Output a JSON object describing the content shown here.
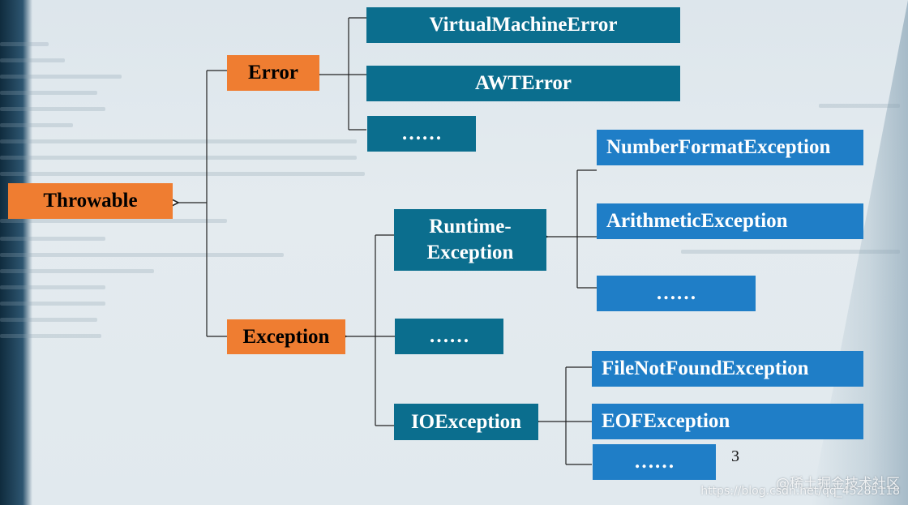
{
  "diagram": {
    "throwable": "Throwable",
    "error": "Error",
    "exception": "Exception",
    "error_children": [
      "VirtualMachineError",
      "AWTError",
      "……"
    ],
    "exception_children": {
      "runtime": "Runtime-\nException",
      "ellipsis": "……",
      "io": "IOException"
    },
    "runtime_children": [
      "NumberFormatException",
      "ArithmeticException",
      "……"
    ],
    "io_children": [
      "FileNotFoundException",
      "EOFException",
      "……"
    ]
  },
  "page_number": "3",
  "watermark": {
    "line1": "@稀土掘金技术社区",
    "line2": "https://blog.csdn.net/qq_45285118"
  },
  "colors": {
    "orange": "#ef7d31",
    "teal": "#0b6e8e",
    "blue": "#1f7ec7"
  }
}
